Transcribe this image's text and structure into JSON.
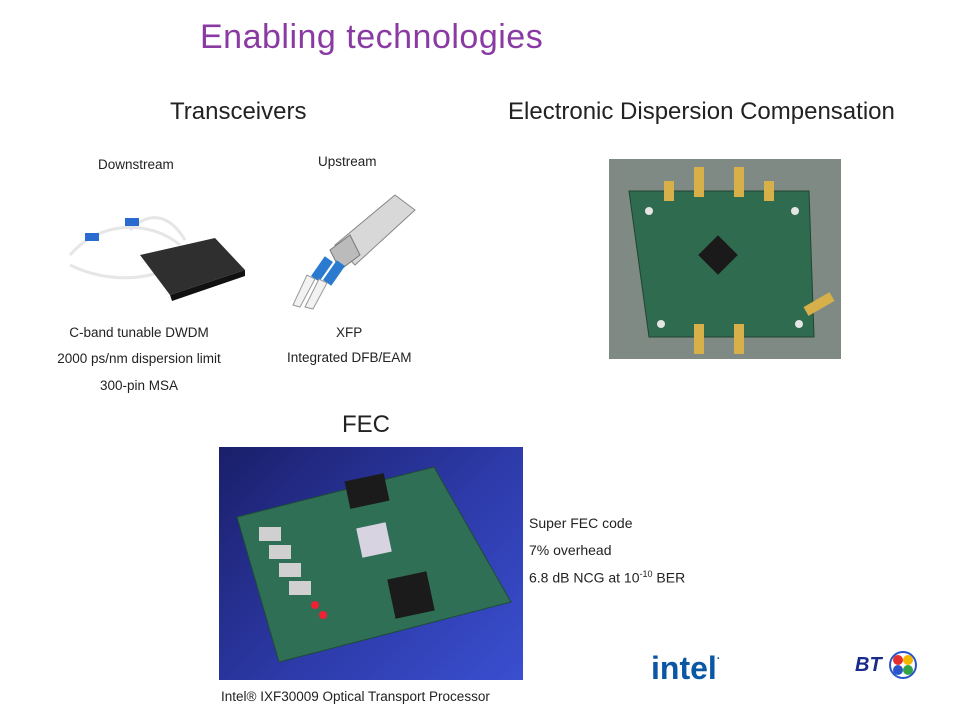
{
  "slide": {
    "title": "Enabling technologies",
    "sections": {
      "transceivers": "Transceivers",
      "edc": "Electronic Dispersion Compensation",
      "fec": "FEC"
    },
    "downstream": {
      "label": "Downstream",
      "specs": [
        "C-band tunable DWDM",
        "2000 ps/nm dispersion limit",
        "300-pin MSA"
      ]
    },
    "upstream": {
      "label": "Upstream",
      "specs": [
        "XFP",
        "Integrated DFB/EAM"
      ]
    },
    "fec_notes": {
      "line1": "Super FEC code",
      "line2": "7% overhead",
      "line3_pre": "6.8 dB NCG at 10",
      "line3_exp": "-10",
      "line3_post": " BER"
    },
    "fec_caption": "Intel® IXF30009 Optical Transport Processor",
    "logos": {
      "intel": "intel",
      "bt": "BT"
    },
    "colors": {
      "title": "#8a3aa3",
      "bt_blue": "#1a2a8a",
      "intel_blue": "#0a57a4"
    }
  }
}
